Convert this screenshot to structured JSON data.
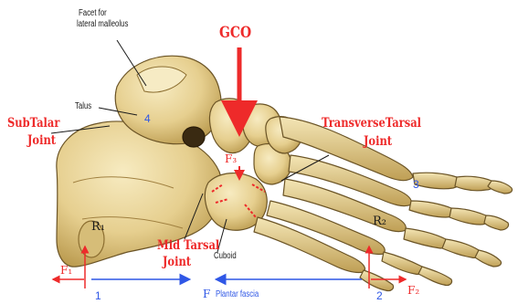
{
  "labels": {
    "facet": [
      "Facet for",
      "lateral malleolus"
    ],
    "talus": "Talus",
    "subtalar": [
      "SubTalar",
      "Joint"
    ],
    "gco": "GCO",
    "transverse": [
      "TransverseTarsal",
      "Joint"
    ],
    "midtarsal": [
      "Mid Tarsal",
      "Joint"
    ],
    "cuboid": "Cuboid",
    "r1": "R₁",
    "r2": "R₂",
    "f1": "F₁",
    "f2": "F₂",
    "fg": "F₃",
    "n1": "1",
    "n2": "2",
    "n3": "3",
    "n4": "4",
    "fascia_f": "F",
    "fascia": "Plantar fascia"
  },
  "colors": {
    "bone": "#e9d59c",
    "bone_shadow": "#b89a52",
    "bone_outline": "#6b5426",
    "red": "#ee2a2a",
    "blue": "#2f57e6",
    "text": "#1a1a1a"
  }
}
